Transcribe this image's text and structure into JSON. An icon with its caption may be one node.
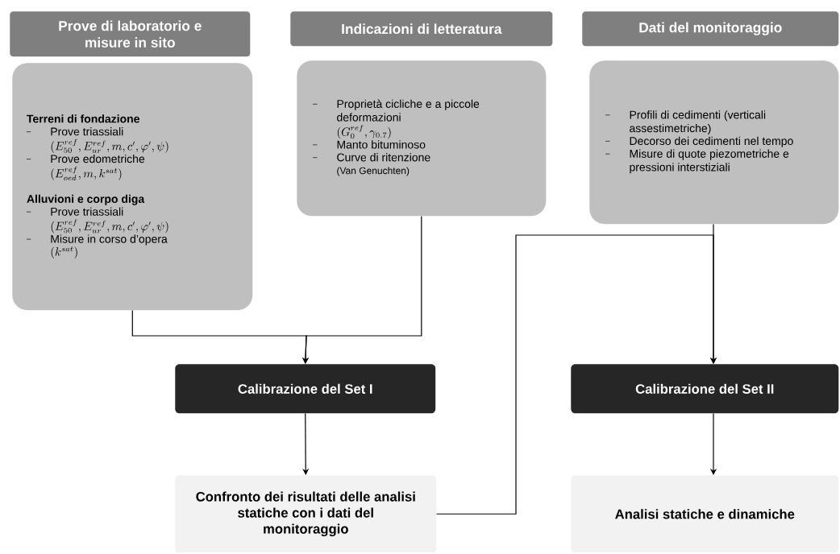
{
  "diagram": {
    "nodes": [
      {
        "text": [
          "Prove di laboratorio e misure in sito"
        ]
      },
      {
        "text": [
          "Terreni di fondazione",
          "Prove triassiali",
          "(E_{50}^{ref},E_{ur}^{ref},m,c',\\varphi',\\psi)",
          "Prove edometriche",
          "(E_{oed}^{ref},m,k^{sat})",
          "Alluvioni e corpo diga",
          "Prove triassiali",
          "(E_{50}^{ref},E_{ur}^{ref},m,c',\\varphi',\\psi)",
          "Misure in corso d’opera",
          "(k^{sat})"
        ]
      },
      {
        "text": [
          "Indicazioni di letteratura"
        ]
      },
      {
        "text": [
          "Proprietà cicliche e a piccole deformazioni",
          "(G_0^{ref},\\gamma_{0.7})",
          "Manto bituminoso",
          "Curve di ritenzione",
          "(Van Genuchten)"
        ]
      },
      {
        "text": [
          "Dati del monitoraggio"
        ]
      },
      {
        "text": [
          "Profili di cedimenti (verticali assestimetriche)",
          "Decorso dei cedimenti nel tempo",
          "Misure di quote piezometriche e pressioni interstiziali"
        ]
      },
      {
        "text": [
          "Calibrazione del Set I"
        ]
      },
      {
        "text": [
          "Confronto dei risultati delle analisi statiche con i dati del monitoraggio"
        ]
      },
      {
        "text": [
          "Calibrazione del Set II"
        ]
      },
      {
        "text": [
          "Analisi statiche e dinamiche"
        ]
      }
    ],
    "edges": [
      {
        "from": 1,
        "to": 6,
        "arrow": "to"
      },
      {
        "from": 3,
        "to": 6,
        "arrow": "to"
      },
      {
        "from": 6,
        "to": 7,
        "arrow": "to"
      },
      {
        "from": 5,
        "to": 8,
        "arrow": "to"
      },
      {
        "from": 7,
        "to": 8,
        "arrow": "to"
      },
      {
        "from": 8,
        "to": 9,
        "arrow": "to"
      }
    ]
  }
}
